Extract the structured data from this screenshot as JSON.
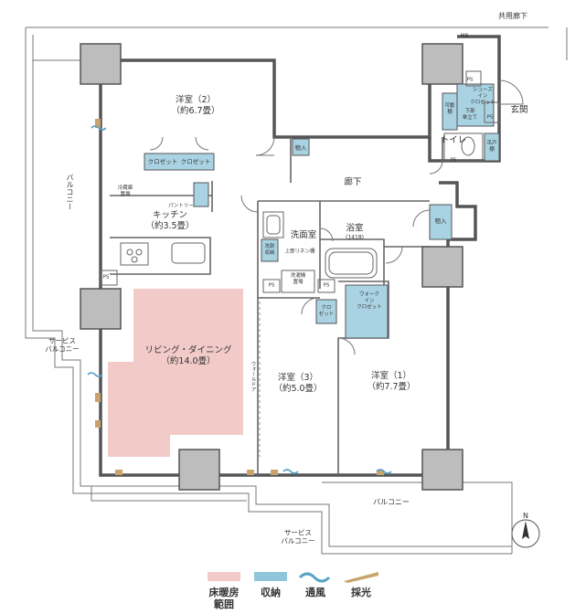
{
  "plan": {
    "common_corridor": "共用廊下",
    "mb": "MB",
    "rooms": {
      "western_2": {
        "name": "洋室（2）",
        "size": "（約6.7畳）"
      },
      "western_1": {
        "name": "洋室（1）",
        "size": "（約7.7畳）"
      },
      "western_3": {
        "name": "洋室（3）",
        "size": "（約5.0畳）"
      },
      "living": {
        "name": "リビング・ダイニング",
        "size": "（約14.0畳）"
      },
      "kitchen": {
        "name": "キッチン",
        "size": "（約3.5畳）"
      },
      "washroom": "洗面室",
      "bath": {
        "name": "浴室",
        "size": "(1418)"
      },
      "hallway": "廊下",
      "entrance": "玄関",
      "toilet": "トイレ"
    },
    "storage": {
      "closet_left": "クロゼット",
      "closet_right": "クロゼット",
      "closet_small": "クロ\nゼット",
      "walk_in": "ウォーク\nイン\nクロゼット",
      "shoes_in": "シューズ\nイン\nクロゼット",
      "movable_shelf": "可動\n棚",
      "lower_umbrella": "下部\n傘立て",
      "hanging_shelf": "吊戸\n棚",
      "linen": "洗剤\n収納",
      "storage_a": "物入",
      "storage_b": "物入"
    },
    "fixtures": {
      "fridge": "冷蔵庫\n置場",
      "pantry": "パントリー",
      "upper_linen": "上部リネン棚",
      "washer": "洗濯機\n置場",
      "wall_door": "ウォールドア"
    },
    "ps_labels": [
      "PS",
      "PS",
      "PS",
      "PS",
      "PS",
      "PS"
    ],
    "balconies": {
      "left": "バルコニー",
      "bottom": "バルコニー",
      "service_left": "サービス\nバルコニー",
      "service_bottom": "サービス\nバルコニー"
    },
    "north": "N"
  },
  "legend": [
    {
      "label": "床暖房\n範囲",
      "color": "#f2cbc9"
    },
    {
      "label": "収納",
      "color": "#8fc6d9"
    },
    {
      "label": "通風",
      "color": "#5aa3c8"
    },
    {
      "label": "採光",
      "color": "#c9a36b"
    }
  ],
  "colors": {
    "wall": "#555555",
    "column": "#bdbdbd",
    "floor_heating": "#f2cbc9",
    "storage": "#a9d3e3"
  }
}
